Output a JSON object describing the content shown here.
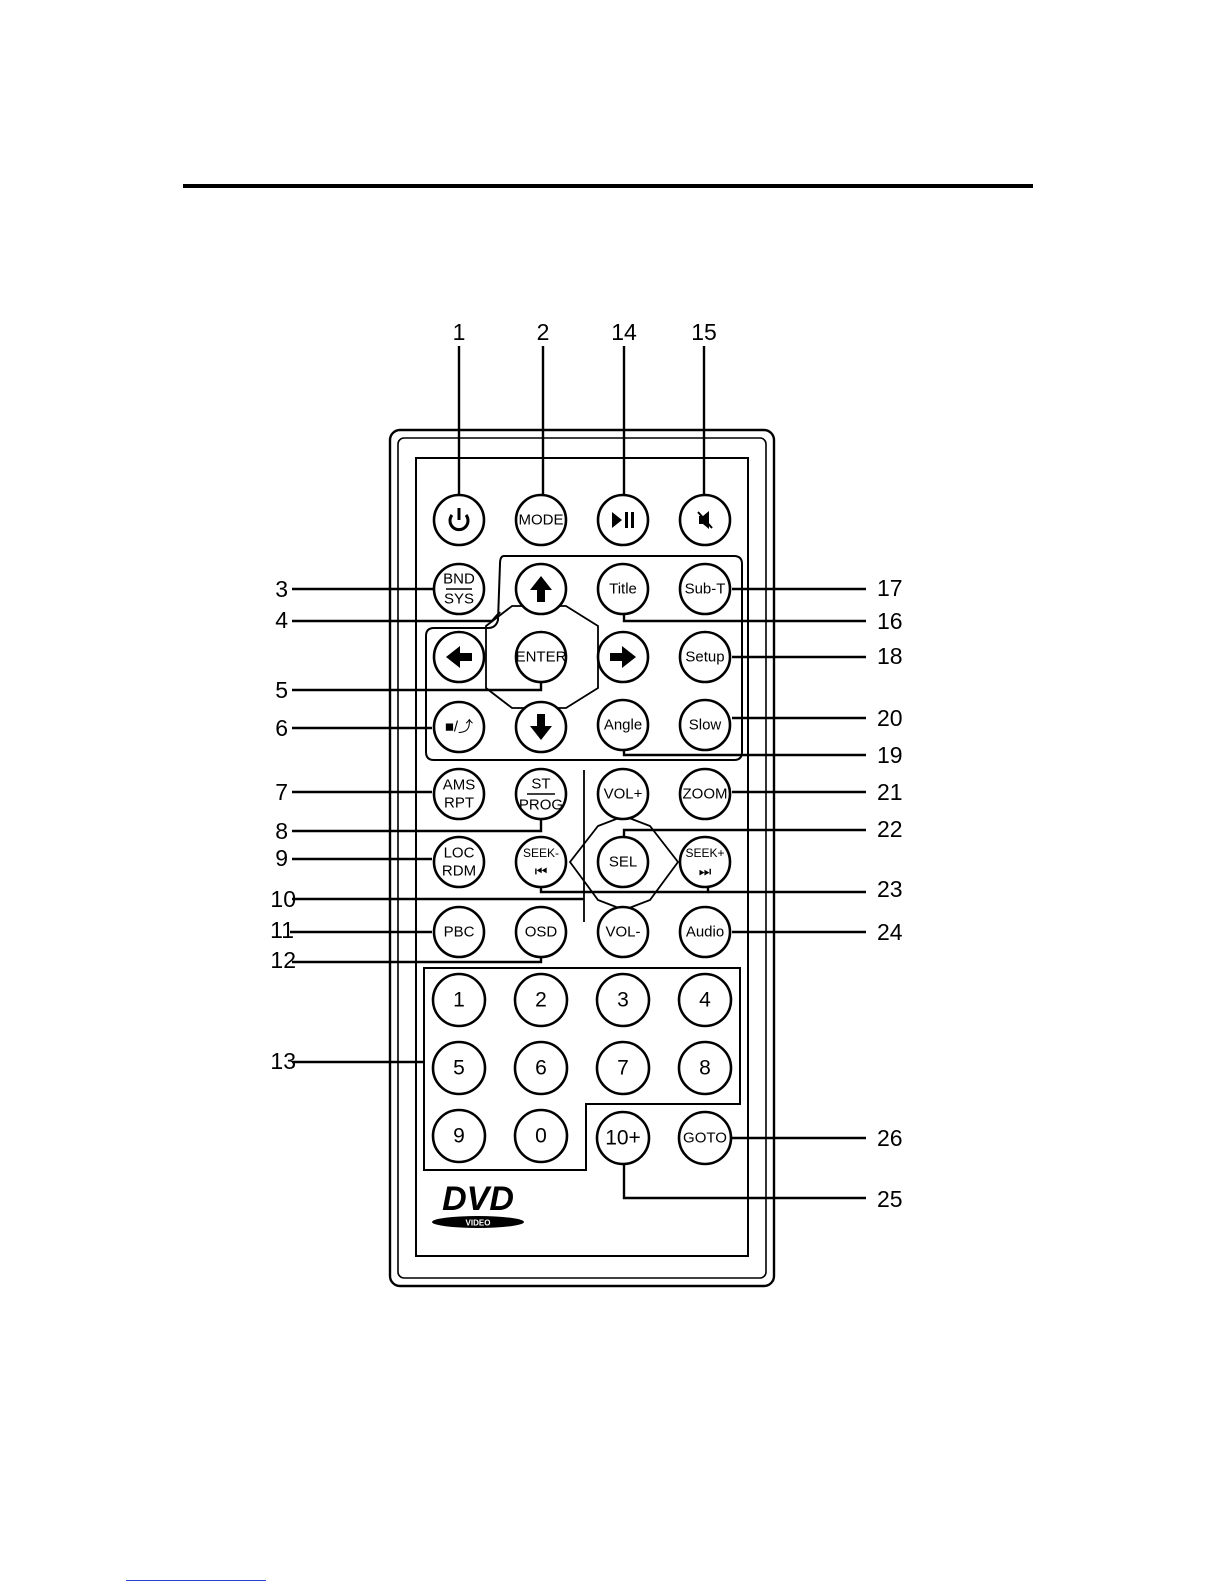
{
  "figure": {
    "logo": {
      "main": "DVD",
      "sub": "VIDEO"
    },
    "buttons": {
      "power": {
        "label": "",
        "icon": "power-icon"
      },
      "mode": {
        "label": "MODE"
      },
      "play_pause": {
        "label": "",
        "icon": "play-pause-icon"
      },
      "mute": {
        "label": "",
        "icon": "mute-icon"
      },
      "bnd_sys": {
        "top": "BND",
        "bottom": "SYS"
      },
      "up": {
        "label": "",
        "icon": "arrow-up-icon"
      },
      "title": {
        "label": "Title"
      },
      "sub_t": {
        "label": "Sub-T"
      },
      "left": {
        "label": "",
        "icon": "arrow-left-icon"
      },
      "enter": {
        "label": "ENTER"
      },
      "right": {
        "label": "",
        "icon": "arrow-right-icon"
      },
      "setup": {
        "label": "Setup"
      },
      "stop_return": {
        "label": "■/⤴",
        "icon": "stop-return-icon"
      },
      "down": {
        "label": "",
        "icon": "arrow-down-icon"
      },
      "angle": {
        "label": "Angle"
      },
      "slow": {
        "label": "Slow"
      },
      "ams_rpt": {
        "top": "AMS",
        "bottom": "RPT"
      },
      "st_prog": {
        "top": "ST",
        "bottom": "PROG"
      },
      "vol_plus": {
        "label": "VOL+"
      },
      "zoom": {
        "label": "ZOOM"
      },
      "loc_rdm": {
        "top": "LOC",
        "bottom": "RDM"
      },
      "seek_minus": {
        "top": "SEEK-",
        "bottom": "⏮",
        "icon": "skip-back-icon"
      },
      "sel": {
        "label": "SEL"
      },
      "seek_plus": {
        "top": "SEEK+",
        "bottom": "⏭",
        "icon": "skip-forward-icon"
      },
      "pbc": {
        "label": "PBC"
      },
      "osd": {
        "label": "OSD"
      },
      "vol_minus": {
        "label": "VOL-"
      },
      "audio": {
        "label": "Audio"
      },
      "n1": {
        "label": "1"
      },
      "n2": {
        "label": "2"
      },
      "n3": {
        "label": "3"
      },
      "n4": {
        "label": "4"
      },
      "n5": {
        "label": "5"
      },
      "n6": {
        "label": "6"
      },
      "n7": {
        "label": "7"
      },
      "n8": {
        "label": "8"
      },
      "n9": {
        "label": "9"
      },
      "n0": {
        "label": "0"
      },
      "ten_plus": {
        "label": "10+"
      },
      "goto": {
        "label": "GOTO"
      }
    },
    "callouts": {
      "c1": "1",
      "c2": "2",
      "c3": "3",
      "c4": "4",
      "c5": "5",
      "c6": "6",
      "c7": "7",
      "c8": "8",
      "c9": "9",
      "c10": "10",
      "c11": "11",
      "c12": "12",
      "c13": "13",
      "c14": "14",
      "c15": "15",
      "c16": "16",
      "c17": "17",
      "c18": "18",
      "c19": "19",
      "c20": "20",
      "c21": "21",
      "c22": "22",
      "c23": "23",
      "c24": "24",
      "c25": "25",
      "c26": "26"
    }
  }
}
